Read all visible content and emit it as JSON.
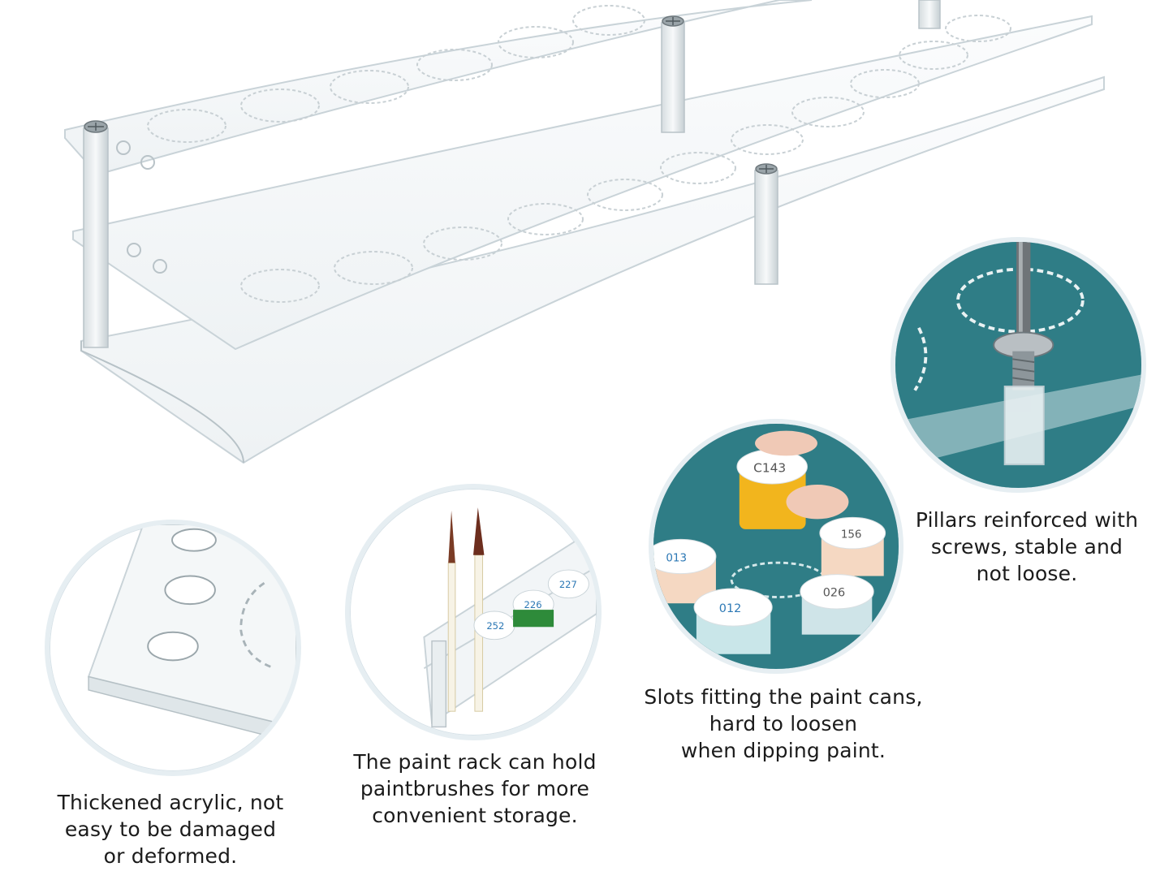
{
  "features": [
    {
      "id": "thickened-acrylic",
      "caption": "Thickened acrylic, not\neasy to be damaged\nor deformed."
    },
    {
      "id": "brush-holder",
      "caption": "The paint rack can hold\npaintbrushes for more\nconvenient storage."
    },
    {
      "id": "slots",
      "caption": "Slots fitting the paint cans,\nhard to loosen\nwhen dipping paint."
    },
    {
      "id": "pillars",
      "caption": "Pillars reinforced with\nscrews, stable and\nnot loose."
    }
  ],
  "paint_labels": {
    "can_1": "C143",
    "can_2": "156",
    "can_3": "013",
    "can_4": "012",
    "can_5": "026",
    "brush_can_1": "252",
    "brush_can_2": "226",
    "brush_can_3": "227"
  },
  "colors": {
    "acrylic_edge": "#c9d3d8",
    "teal_mat": "#2f7d86",
    "paint_yellow": "#f2b51d",
    "paint_green": "#2e8b3a",
    "ring": "#e6eef2"
  }
}
